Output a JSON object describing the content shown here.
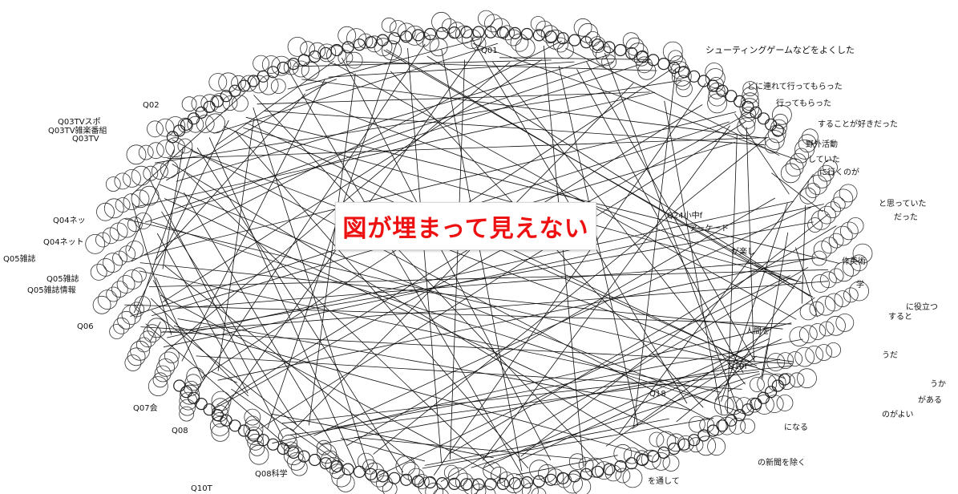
{
  "callout": {
    "text": "図が埋まって見えない",
    "color": "#ee1111"
  },
  "graph": {
    "edge_color": "#111111",
    "node_color": "#333333",
    "labels": [
      "シューティングゲームなどをよくした",
      "どに連れて行ってもらった",
      "行ってもらった",
      "することが好きだった",
      "野外活動",
      "していた",
      "に行くのが",
      "と思っていた",
      "だった",
      "Q24小中f",
      "アーケード",
      "が楽し",
      "作美術",
      "学",
      "に役立つ",
      "すると",
      "人間を",
      "うだ",
      "Q19I",
      "うか",
      "がある",
      "のがよい",
      "Q18",
      "になる",
      "の新聞を除く",
      "を通して",
      "Q10T",
      "Q08科学",
      "Q08",
      "Q07会",
      "Q06",
      "Q05雑誌情報",
      "Q05雑誌",
      "Q05雑誌",
      "Q04ネット",
      "Q04ネッ",
      "Q03TV",
      "Q03TV雑楽番組",
      "Q03TVスポ",
      "Q02",
      "Q01"
    ]
  }
}
